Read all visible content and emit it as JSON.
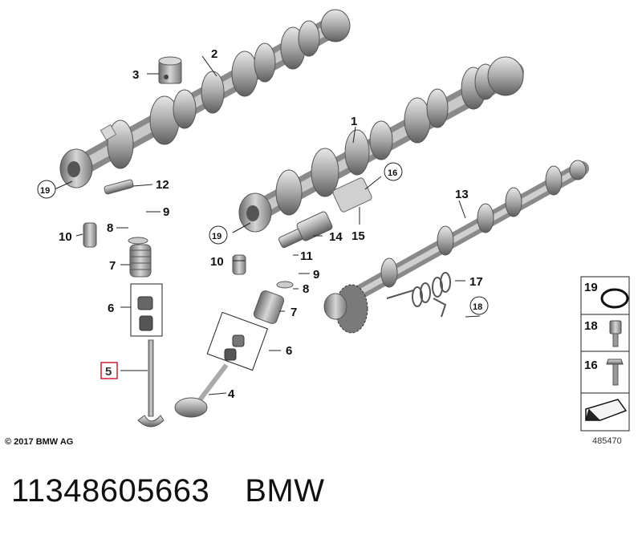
{
  "labels": {
    "l1": "1",
    "l2": "2",
    "l3": "3",
    "l4": "4",
    "l5": "5",
    "l6a": "6",
    "l6b": "6",
    "l7a": "7",
    "l7b": "7",
    "l8a": "8",
    "l8b": "8",
    "l9a": "9",
    "l9b": "9",
    "l10a": "10",
    "l10b": "10",
    "l11": "11",
    "l12": "12",
    "l13": "13",
    "l14": "14",
    "l15": "15",
    "l16": "16",
    "l17": "17",
    "l18": "18",
    "l19a": "19",
    "l19b": "19"
  },
  "legend": {
    "r19": "19",
    "r18": "18",
    "r16": "16"
  },
  "copyright": "© 2017 BMW AG",
  "diagram_number": "485470",
  "caption": {
    "part_number": "11348605663",
    "brand": "BMW"
  },
  "colors": {
    "highlight": "#cc2233",
    "part_fill": "#b8b8b8",
    "part_dark": "#6e6e6e"
  }
}
